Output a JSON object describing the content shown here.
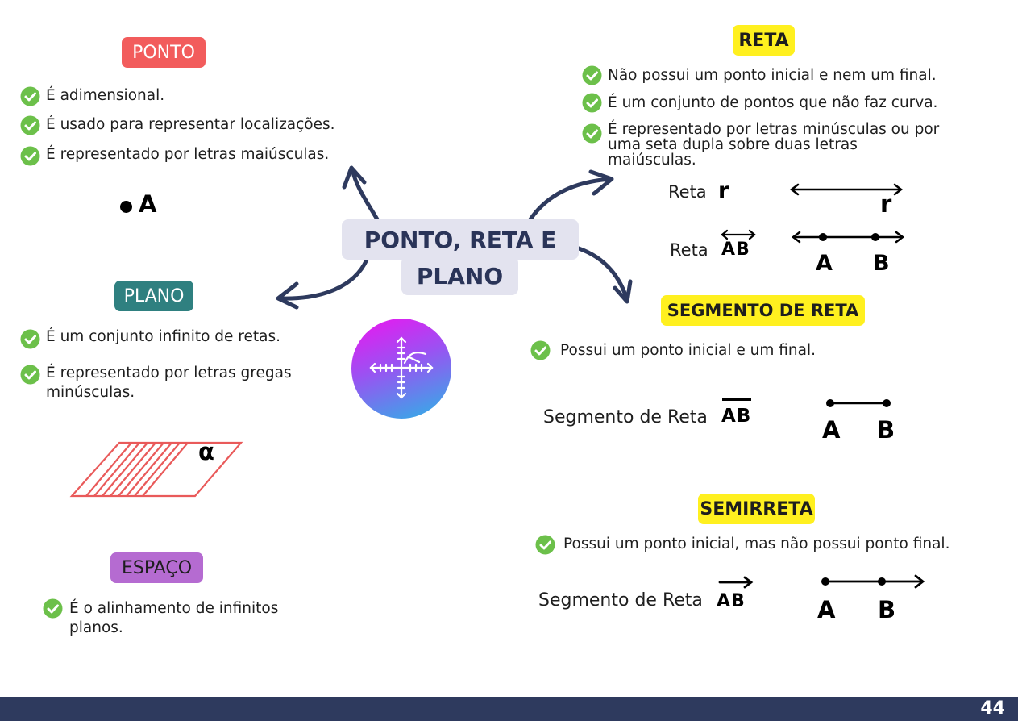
{
  "title": {
    "line1": "PONTO, RETA E",
    "line2": "PLANO"
  },
  "ponto": {
    "tag": "PONTO",
    "items": [
      "É adimensional.",
      "É usado para representar localizações.",
      "É representado por letras maiúsculas."
    ],
    "example": "A"
  },
  "plano": {
    "tag": "PLANO",
    "items": [
      "É um conjunto infinito de retas.",
      "É representado por letras gregas minúsculas."
    ],
    "symbol": "α"
  },
  "espaco": {
    "tag": "ESPAÇO",
    "items": [
      "É o alinhamento de infinitos planos."
    ]
  },
  "reta": {
    "tag": "RETA",
    "items": [
      "Não possui um ponto inicial e nem um final.",
      "É um conjunto de pontos que não faz curva.",
      "É representado por letras minúsculas ou por uma seta dupla sobre duas letras maiúsculas."
    ],
    "ex1_label": "Reta",
    "ex1_symbol": "r",
    "ex1_line_label": "r",
    "ex2_label": "Reta",
    "ex2_symbol": "AB",
    "ex2_point_a": "A",
    "ex2_point_b": "B"
  },
  "segmento": {
    "tag": "SEGMENTO DE RETA",
    "items": [
      "Possui um ponto inicial e um final."
    ],
    "ex_label": "Segmento de Reta",
    "ex_symbol": "AB",
    "point_a": "A",
    "point_b": "B"
  },
  "semirreta": {
    "tag": "SEMIRRETA",
    "items": [
      "Possui um ponto inicial, mas não possui ponto final."
    ],
    "ex_label": "Segmento de Reta",
    "ex_symbol": "AB",
    "point_a": "A",
    "point_b": "B"
  },
  "footer": {
    "page": "44"
  },
  "colors": {
    "check": "#6cc04a",
    "arrow": "#2e3a5e",
    "plane": "#e95a5a",
    "footer": "#2e3a5e"
  }
}
